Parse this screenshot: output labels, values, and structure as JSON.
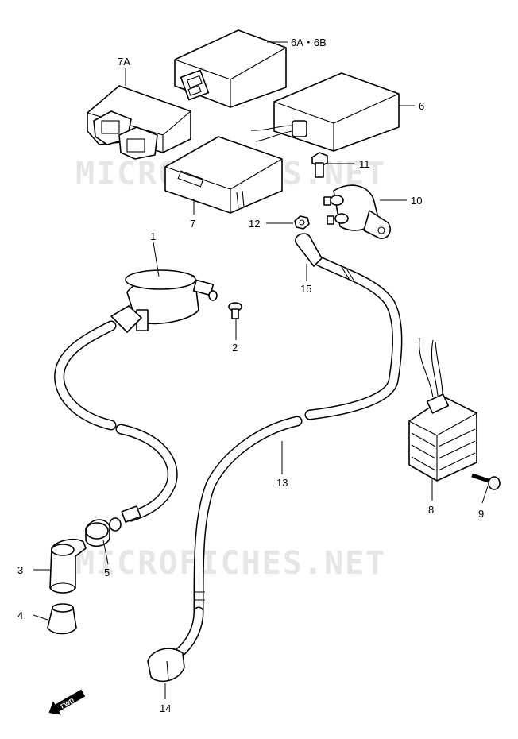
{
  "watermark": {
    "top": "MICROFICHES.NET",
    "bottom": "MICROFICHES.NET"
  },
  "callouts": {
    "p1": "1",
    "p2": "2",
    "p3": "3",
    "p4": "4",
    "p5": "5",
    "p6": "6",
    "p6ab": "6A・6B",
    "p7": "7",
    "p7a": "7A",
    "p8": "8",
    "p9": "9",
    "p10": "10",
    "p11": "11",
    "p12": "12",
    "p13": "13",
    "p14": "14",
    "p15": "15"
  },
  "fwd_label": "FWD"
}
